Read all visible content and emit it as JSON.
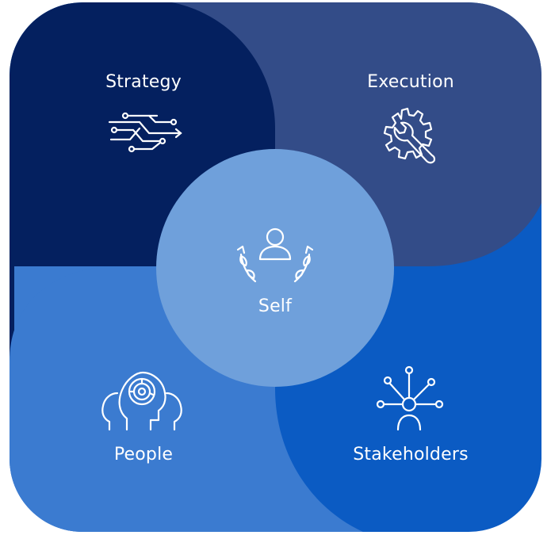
{
  "colors": {
    "strategy": "#04205f",
    "execution": "#334c88",
    "people": "#3b7bd0",
    "stakeholders": "#0b5bc3",
    "self": "#6fa0db",
    "icon_stroke": "#ffffff"
  },
  "quadrants": {
    "strategy": {
      "label": "Strategy",
      "icon": "branching-arrows-icon"
    },
    "execution": {
      "label": "Execution",
      "icon": "gear-wrench-icon"
    },
    "people": {
      "label": "People",
      "icon": "heads-with-maze-icon"
    },
    "stakeholders": {
      "label": "Stakeholders",
      "icon": "person-network-icon"
    }
  },
  "center": {
    "label": "Self",
    "icon": "person-laurel-icon"
  }
}
